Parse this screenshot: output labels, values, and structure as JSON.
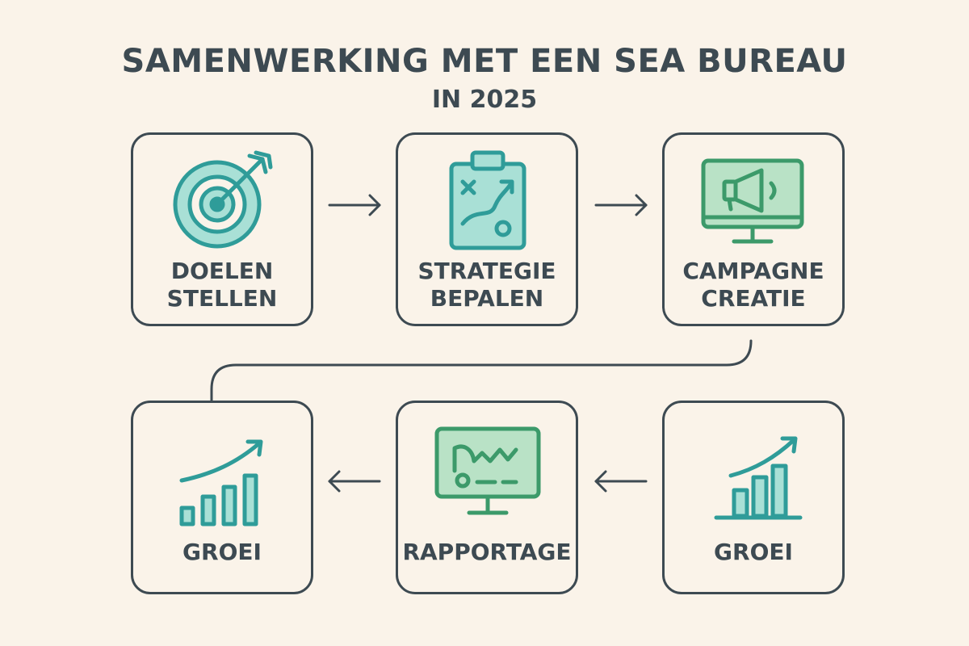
{
  "header": {
    "title": "SAMENWERKING MET EEN SEA BUREAU",
    "subtitle": "IN 2025"
  },
  "steps": [
    {
      "line1": "DOELEN",
      "line2": "STELLEN",
      "icon": "target-icon"
    },
    {
      "line1": "STRATEGIE",
      "line2": "BEPALEN",
      "icon": "clipboard-strategy-icon"
    },
    {
      "line1": "CAMPAGNE",
      "line2": "CREATIE",
      "icon": "monitor-megaphone-icon"
    },
    {
      "line1": "GROEI",
      "icon": "growth-chart-icon"
    },
    {
      "line1": "RAPPORTAGE",
      "icon": "monitor-report-icon"
    },
    {
      "line1": "GROEI",
      "icon": "growth-chart-icon"
    }
  ],
  "colors": {
    "background": "#faf3e9",
    "ink": "#3d4a52",
    "teal": "#2f9c99",
    "green": "#3c9a6a",
    "fill_teal": "#a9e0d6",
    "fill_green": "#b9e2c6"
  }
}
